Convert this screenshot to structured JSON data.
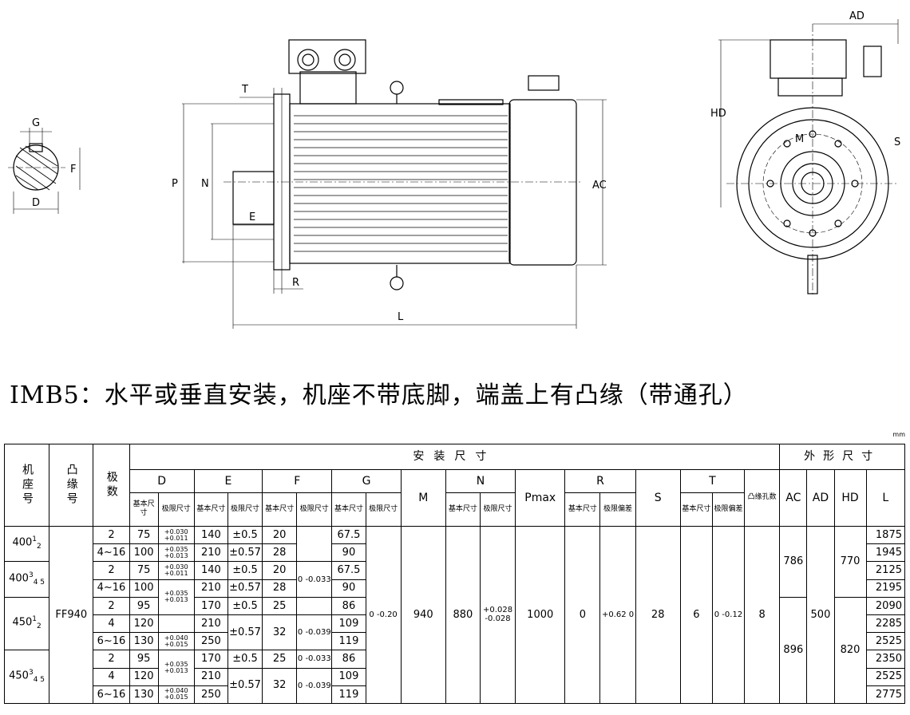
{
  "drawing": {
    "labels": {
      "g": "G",
      "f": "F",
      "d": "D",
      "t": "T",
      "p": "P",
      "n": "N",
      "e": "E",
      "r": "R",
      "l": "L",
      "ac": "AC",
      "ad": "AD",
      "hd": "HD",
      "m": "M",
      "s": "S"
    }
  },
  "title": "IMB5：水平或垂直安装，机座不带底脚，端盖上有凸缘（带通孔）",
  "unit": "mm",
  "table": {
    "h_frame": "机座号",
    "h_flange": "凸缘号",
    "h_poles": "极数",
    "h_install": "安装尺寸",
    "h_outline": "外形尺寸",
    "h_D": "D",
    "h_E": "E",
    "h_F": "F",
    "h_G": "G",
    "h_M": "M",
    "h_N": "N",
    "h_Pmax": "Pmax",
    "h_R": "R",
    "h_S": "S",
    "h_T": "T",
    "h_holes": "凸缘孔数",
    "h_AC": "AC",
    "h_AD": "AD",
    "h_HD": "HD",
    "h_L": "L",
    "sub_basic": "基本尺寸",
    "sub_limit": "极限尺寸",
    "sub_dev": "极限偏差",
    "frames": [
      {
        "base": "400",
        "sup": "1",
        "sub": "2"
      },
      {
        "base": "400",
        "sup": "3",
        "sub": "4 5"
      },
      {
        "base": "450",
        "sup": "1",
        "sub": "2"
      },
      {
        "base": "450",
        "sup": "3",
        "sub": "4 5"
      }
    ],
    "flange": "FF940",
    "poles": [
      "2",
      "4~16",
      "2",
      "4~16",
      "2",
      "4",
      "6~16",
      "2",
      "4",
      "6~16"
    ],
    "D": [
      "75",
      "100",
      "75",
      "100",
      "95",
      "120",
      "130",
      "95",
      "120",
      "130"
    ],
    "D_tol": [
      "+0.030 +0.011",
      "+0.035 +0.013",
      "+0.030 +0.011",
      "+0.035 +0.013",
      "+0.040 +0.015",
      "+0.035 +0.013",
      "+0.040 +0.015"
    ],
    "E": [
      "140",
      "210",
      "140",
      "210",
      "170",
      "210",
      "250",
      "170",
      "210",
      "250"
    ],
    "E_tol": [
      "±0.5",
      "±0.57",
      "±0.5",
      "±0.57",
      "±0.5",
      "±0.57",
      "±0.5",
      "±0.57"
    ],
    "F": [
      "20",
      "28",
      "20",
      "28",
      "25",
      "32",
      "25",
      "32"
    ],
    "F_tol": [
      "0 -0.033",
      "0 -0.039",
      "0 -0.033",
      "0 -0.039"
    ],
    "G": [
      "67.5",
      "90",
      "67.5",
      "90",
      "86",
      "109",
      "119",
      "86",
      "109",
      "119"
    ],
    "G_tol": "0 -0.20",
    "M": "940",
    "N": "880",
    "N_tol": "+0.028 -0.028",
    "Pmax": "1000",
    "R": "0",
    "R_tol": "+0.62 0",
    "S": "28",
    "T": "6",
    "T_tol": "0 -0.12",
    "holes": "8",
    "AC": [
      "786",
      "896"
    ],
    "AD": "500",
    "HD": [
      "770",
      "820"
    ],
    "L": [
      "1875",
      "1945",
      "2125",
      "2195",
      "2090",
      "2285",
      "2525",
      "2350",
      "2525",
      "2775"
    ]
  }
}
